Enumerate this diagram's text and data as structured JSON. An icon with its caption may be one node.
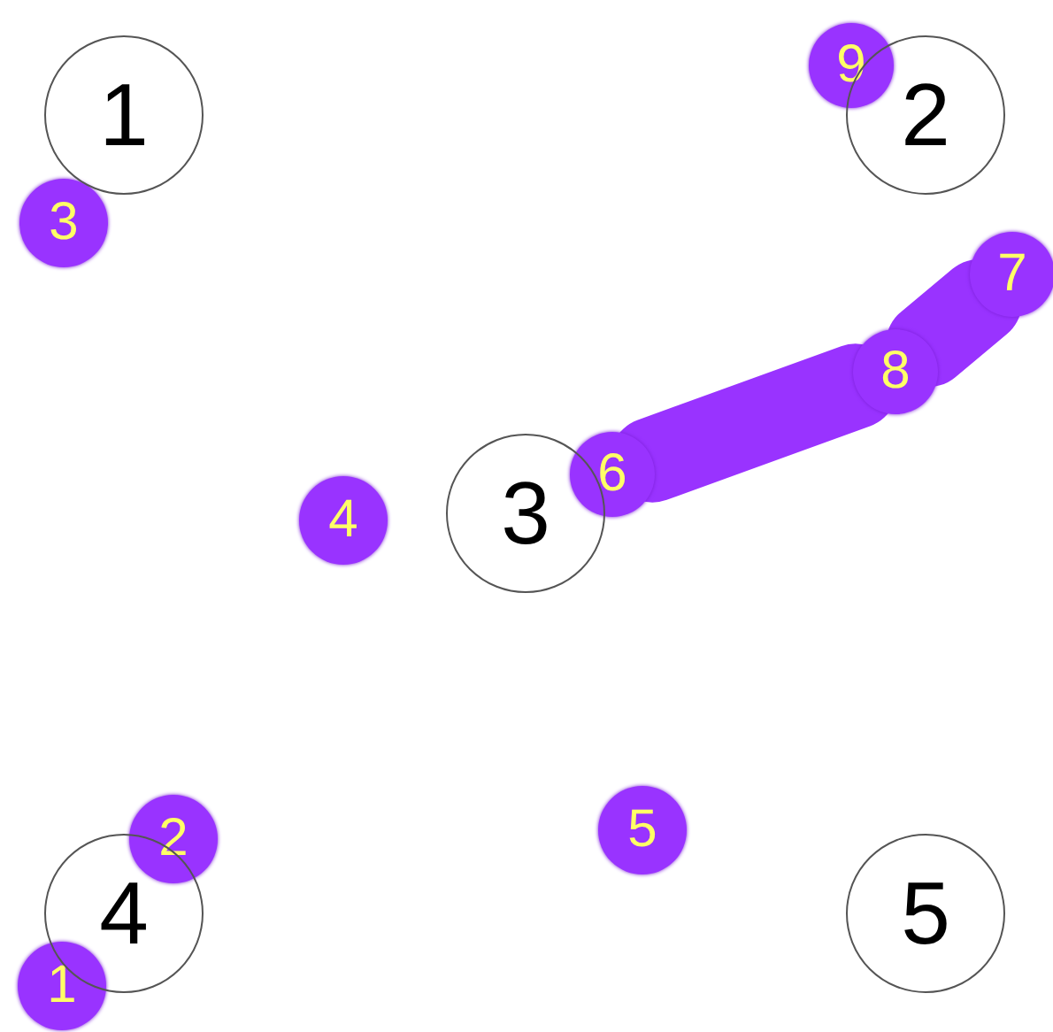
{
  "diagram": {
    "nodes": [
      {
        "text": [
          "1"
        ]
      },
      {
        "text": [
          "9"
        ]
      },
      {
        "text": [
          "2"
        ]
      },
      {
        "text": [
          "3"
        ]
      },
      {
        "text": [
          "7"
        ]
      },
      {
        "text": [
          "8"
        ]
      },
      {
        "text": [
          "4"
        ]
      },
      {
        "text": [
          "3"
        ]
      },
      {
        "text": [
          "6"
        ]
      },
      {
        "text": [
          "2"
        ]
      },
      {
        "text": [
          "5"
        ]
      },
      {
        "text": [
          "4"
        ]
      },
      {
        "text": [
          "5"
        ]
      },
      {
        "text": [
          "1"
        ]
      }
    ],
    "edges": [
      {
        "from": 8,
        "to": 5,
        "arrow": "none"
      },
      {
        "from": 5,
        "to": 4,
        "arrow": "none"
      }
    ]
  }
}
